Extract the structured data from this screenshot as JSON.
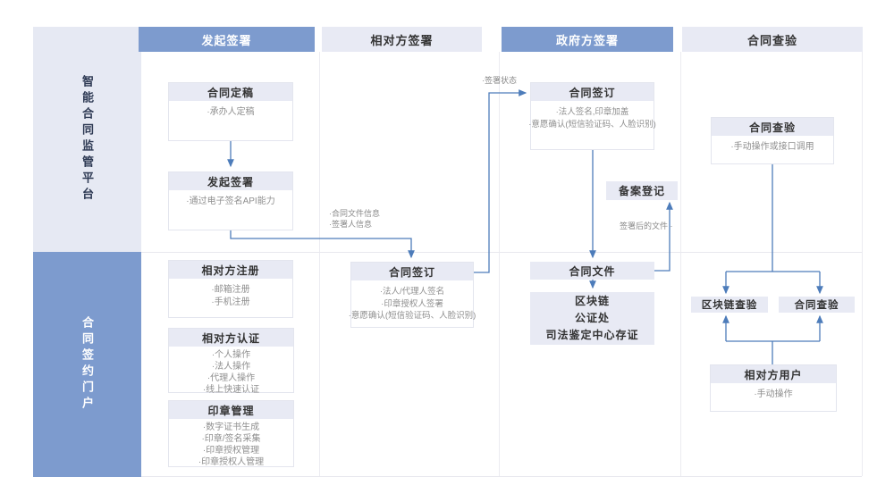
{
  "lanes": {
    "top_label": "智能合同监管平台",
    "bottom_label": "合同签约门户"
  },
  "header": {
    "columns": [
      {
        "label": "发起签署"
      },
      {
        "label": "相对方签署"
      },
      {
        "label": "政府方签署"
      },
      {
        "label": "合同查验"
      }
    ]
  },
  "nodes": {
    "contract_draft": {
      "title": "合同定稿",
      "items": [
        "·承办人定稿"
      ]
    },
    "initiate_sign": {
      "title": "发起签署",
      "items": [
        "·通过电子签名API能力"
      ]
    },
    "party_register": {
      "title": "相对方注册",
      "items": [
        "·邮箱注册",
        "·手机注册"
      ]
    },
    "party_auth": {
      "title": "相对方认证",
      "items": [
        "·个人操作",
        "·法人操作",
        "·代理人操作",
        "·线上快速认证"
      ]
    },
    "seal_mgmt": {
      "title": "印章管理",
      "items": [
        "·数字证书生成",
        "·印章/签名采集",
        "·印章授权管理",
        "·印章授权人管理"
      ]
    },
    "party_sign": {
      "title": "合同签订",
      "items": [
        "·法人/代理人签名",
        "·印章授权人签署",
        "·意愿确认(短信验证码、人脸识别)"
      ]
    },
    "gov_sign": {
      "title": "合同签订",
      "items": [
        "·法人签名,印章加盖",
        "·意愿确认(短信验证码、人脸识别)"
      ]
    },
    "filing": {
      "title": "备案登记"
    },
    "contract_file": {
      "title": "合同文件"
    },
    "blockchain_store": {
      "lines": [
        "区块链",
        "公证处",
        "司法鉴定中心存证"
      ]
    },
    "verify_main": {
      "title": "合同查验",
      "items": [
        "·手动操作或接口调用"
      ]
    },
    "blockchain_verify": {
      "title": "区块链查验"
    },
    "contract_verify": {
      "title": "合同查验"
    },
    "party_user": {
      "title": "相对方用户",
      "items": [
        "·手动操作"
      ]
    }
  },
  "edge_labels": {
    "file_info_1": "·合同文件信息",
    "file_info_2": "·签署人信息",
    "sign_status": "·签署状态",
    "signed_file": "签署后的文件 ·"
  },
  "colors": {
    "lane_blue": "#7d9bce",
    "lane_lavender": "#e6e9f3",
    "chip_lavender": "#e8eaf4",
    "arrow_blue": "#4d7cba"
  }
}
